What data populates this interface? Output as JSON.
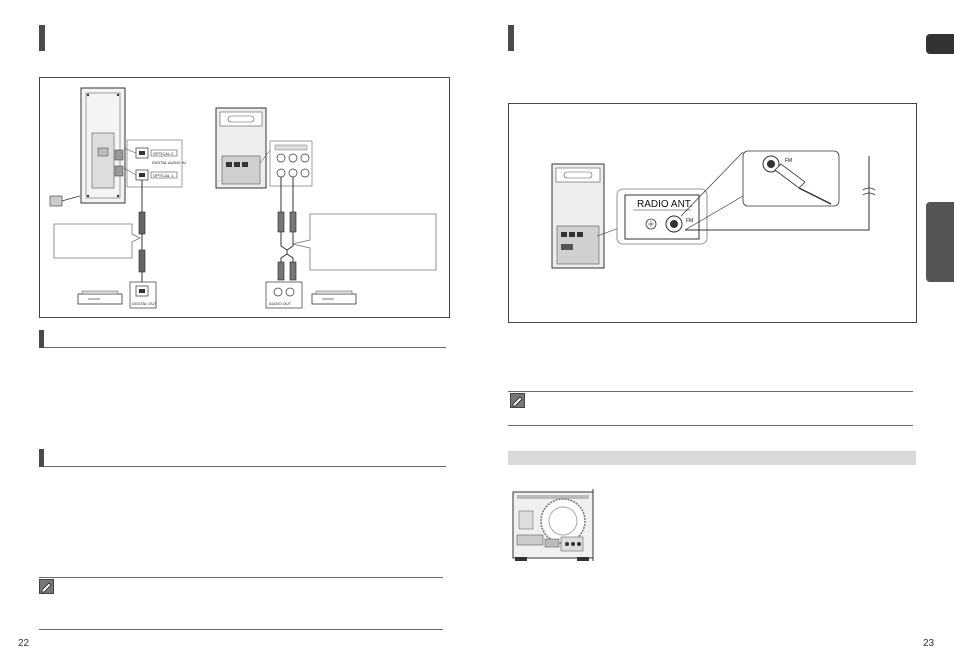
{
  "left_page": {
    "page_number": "22",
    "figure": {
      "optical_labels": [
        "OPTICAL 2",
        "DIGITAL AUDIO IN",
        "OPTICAL 1"
      ],
      "digital_out_label": "DIGITAL OUT",
      "audio_out_label": "AUDIO OUT"
    }
  },
  "right_page": {
    "page_number": "23",
    "figure": {
      "radio_ant_label": "RADIO ANT.",
      "fm_label": "FM",
      "fm_jack_label": "FM"
    }
  },
  "icons": {
    "note_icon": "pencil-note-icon"
  },
  "colors": {
    "accent_dark": "#333333",
    "tab_gray": "#555555",
    "section_band": "#d9d9d9"
  }
}
